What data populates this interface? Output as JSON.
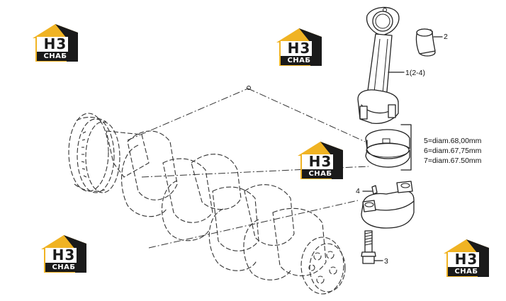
{
  "watermark": {
    "logo_letters": "H3",
    "logo_caption": "СНАБ",
    "accent_color": "#f0b323",
    "dark_color": "#1a1a1a"
  },
  "callouts": {
    "conrod": "1(2-4)",
    "bushing": "2",
    "bolt": "3",
    "dowel": "4"
  },
  "bearing_specs": [
    "5=diam.68,00mm",
    "6=diam.67,75mm",
    "7=diam.67.50mm"
  ]
}
